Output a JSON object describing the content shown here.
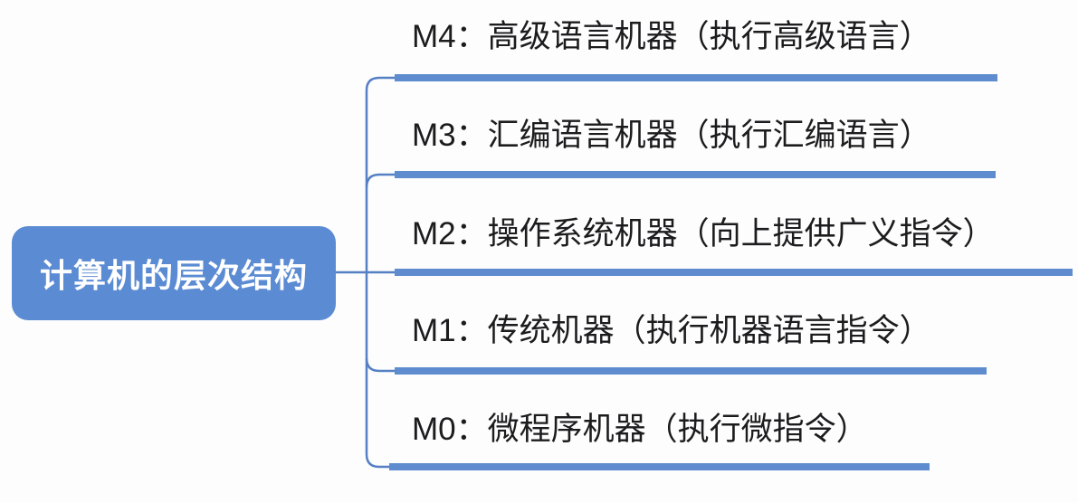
{
  "root": {
    "label": "计算机的层次结构"
  },
  "branches": [
    {
      "id": "M4",
      "label": "M4：高级语言机器（执行高级语言）"
    },
    {
      "id": "M3",
      "label": "M3：汇编语言机器（执行汇编语言）"
    },
    {
      "id": "M2",
      "label": "M2：操作系统机器（向上提供广义指令）"
    },
    {
      "id": "M1",
      "label": "M1：传统机器（执行机器语言指令）"
    },
    {
      "id": "M0",
      "label": "M0：微程序机器（执行微指令）"
    }
  ],
  "colors": {
    "root_node_fill": "#5b8bd3",
    "root_node_text": "#ffffff",
    "branch_underline": "#5e8cce",
    "connector_line": "#5580c4",
    "branch_text": "#1c1c1e",
    "background": "#fdfdfd"
  }
}
